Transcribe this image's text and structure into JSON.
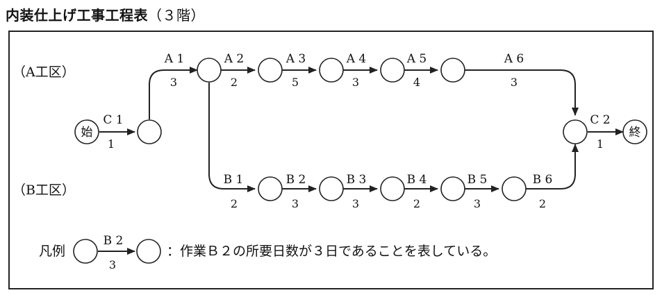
{
  "title": {
    "main": "内装仕上げ工事工程表",
    "floor": "（３階）"
  },
  "zones": {
    "a": "（A工区）",
    "b": "（B工区）"
  },
  "nodes": {
    "start": "始",
    "end": "終"
  },
  "activities": {
    "C1": {
      "name": "C 1",
      "duration": "1"
    },
    "A1": {
      "name": "A 1",
      "duration": "3"
    },
    "A2": {
      "name": "A 2",
      "duration": "2"
    },
    "A3": {
      "name": "A 3",
      "duration": "5"
    },
    "A4": {
      "name": "A 4",
      "duration": "3"
    },
    "A5": {
      "name": "A 5",
      "duration": "4"
    },
    "A6": {
      "name": "A 6",
      "duration": "3"
    },
    "B1": {
      "name": "B 1",
      "duration": "2"
    },
    "B2": {
      "name": "B 2",
      "duration": "3"
    },
    "B3": {
      "name": "B 3",
      "duration": "3"
    },
    "B4": {
      "name": "B 4",
      "duration": "2"
    },
    "B5": {
      "name": "B 5",
      "duration": "3"
    },
    "B6": {
      "name": "B 6",
      "duration": "2"
    },
    "C2": {
      "name": "C 2",
      "duration": "1"
    }
  },
  "legend": {
    "label": "凡例",
    "activity": "B 2",
    "duration": "3",
    "description": "：作業Ｂ２の所要日数が３日であることを表している。"
  }
}
